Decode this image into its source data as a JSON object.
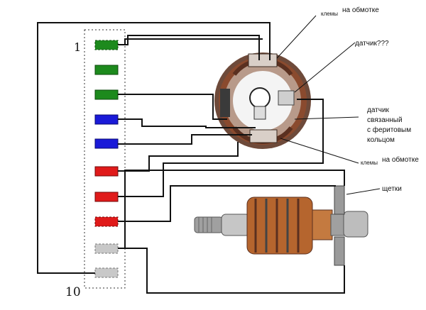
{
  "labels": {
    "pin_first": "1",
    "pin_last": "10",
    "klemy_top": "клемы",
    "na_obmotke_top": "на обмотке",
    "datchik_q": "датчик???",
    "datchik_1": "датчик",
    "datchik_2": "связанный",
    "datchik_3": "с феритовым",
    "datchik_4": "кольцом",
    "klemy_bottom": "клемы",
    "na_obmotke_bottom": "на обмотке",
    "shchetki": "щетки"
  },
  "connector_pins": [
    {
      "color": "#1d8a1d"
    },
    {
      "color": "#1d8a1d"
    },
    {
      "color": "#1d8a1d"
    },
    {
      "color": "#1a1ad8"
    },
    {
      "color": "#1a1ad8"
    },
    {
      "color": "#e01a1a"
    },
    {
      "color": "#e01a1a"
    },
    {
      "color": "#e01a1a"
    },
    {
      "color": "#c8c8c8"
    },
    {
      "color": "#c8c8c8"
    }
  ],
  "colors": {
    "wire": "#111111",
    "stator_copper": "#8a4a2e",
    "armature_copper": "#b5652e",
    "steel": "#9a9a9a"
  }
}
